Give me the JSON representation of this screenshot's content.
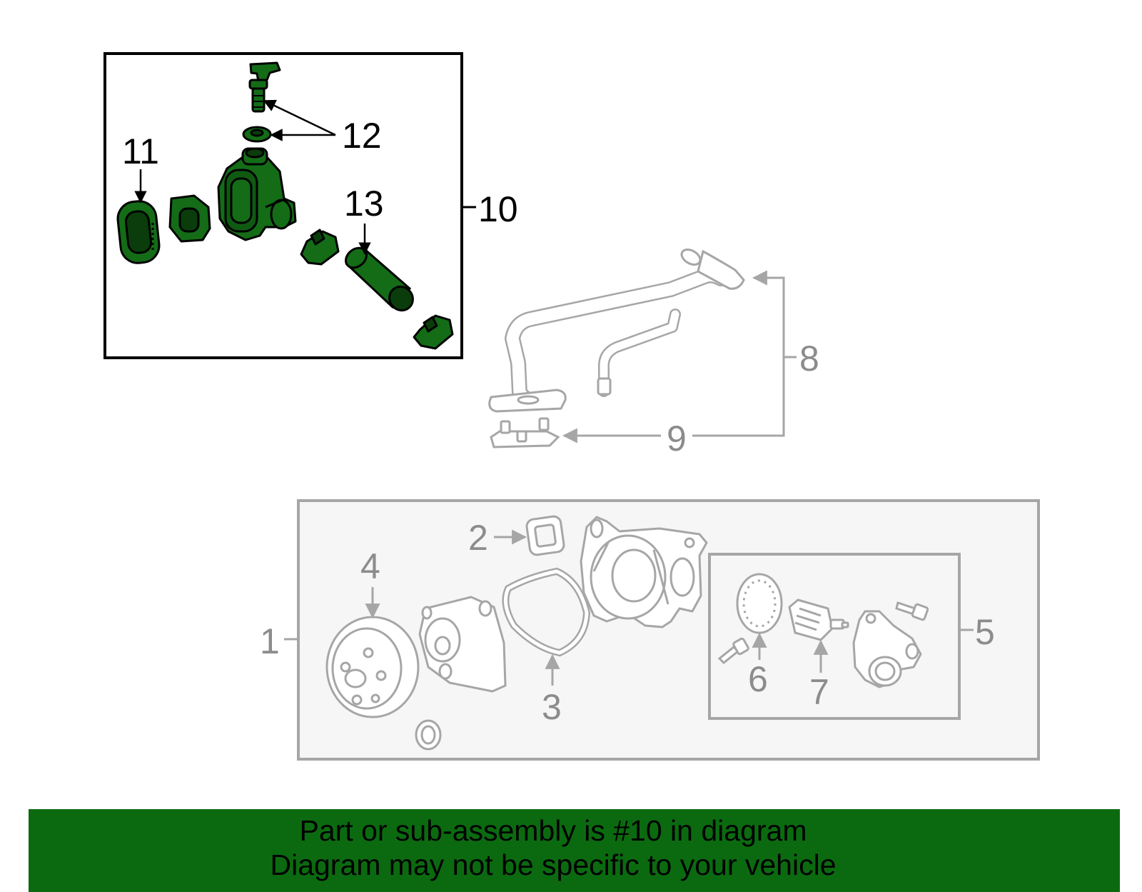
{
  "colors": {
    "highlight_fill": "#146c17",
    "highlight_stroke": "#000000",
    "ghost_stroke": "#a6a6a6",
    "ghost_fill": "#ffffff",
    "ghost_label": "#8c8c8c",
    "inset_background": "#f6f6f6",
    "banner_background": "#0b6a10",
    "banner_text": "#000000"
  },
  "callouts": {
    "c1": "1",
    "c2": "2",
    "c3": "3",
    "c4": "4",
    "c5": "5",
    "c6": "6",
    "c7": "7",
    "c8": "8",
    "c9": "9",
    "c10": "10",
    "c11": "11",
    "c12": "12",
    "c13": "13"
  },
  "banner": {
    "line1": "Part or sub-assembly is #10 in diagram",
    "line2": "Diagram may not be specific to your vehicle"
  }
}
